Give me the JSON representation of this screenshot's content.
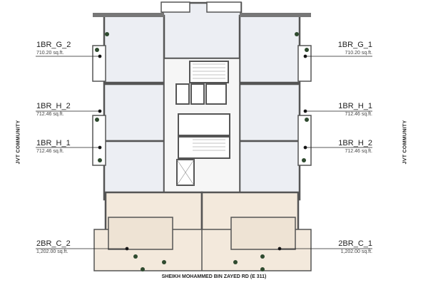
{
  "units": [
    {
      "id": "1BR_G_2",
      "area": "710.20 sq.ft.",
      "side": "left"
    },
    {
      "id": "1BR_G_1",
      "area": "710.20 sq.ft.",
      "side": "right"
    },
    {
      "id": "1BR_H_2",
      "area": "712.46 sq.ft.",
      "side": "left"
    },
    {
      "id": "1BR_H_1",
      "area": "712.46 sq.ft.",
      "side": "right"
    },
    {
      "id": "1BR_H_1",
      "area": "712.46 sq.ft.",
      "side": "left"
    },
    {
      "id": "1BR_H_2",
      "area": "712.46 sq.ft.",
      "side": "right"
    },
    {
      "id": "2BR_C_2",
      "area": "1,202.00 sq.ft.",
      "side": "left"
    },
    {
      "id": "2BR_C_1",
      "area": "1,202.00 sq.ft.",
      "side": "right"
    }
  ],
  "side_labels": {
    "left": "JVT COMMUNITY",
    "right": "JVT COMMUNITY"
  },
  "road_label": "SHEIKH MOHAMMED BIN ZAYED RD (E 311)",
  "colors": {
    "wall": "#555555",
    "unit_fill": "#eceef3",
    "two_br_fill": "#f3e9dc",
    "core_fill": "#f6f6f6",
    "plant": "#2f4a2f"
  }
}
